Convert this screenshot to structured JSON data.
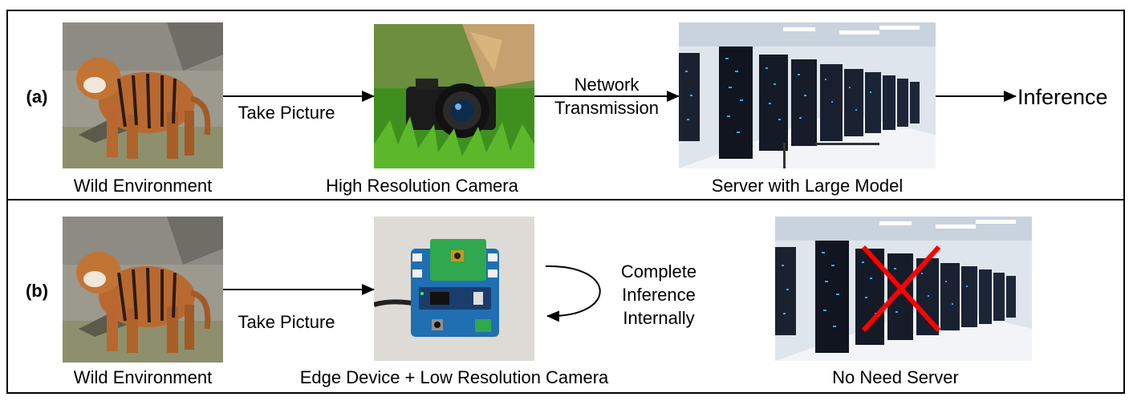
{
  "row_a": {
    "label": "(a)",
    "nodes": {
      "wild": "Wild Environment",
      "camera": "High Resolution Camera",
      "server": "Server with Large Model"
    },
    "edges": {
      "take_picture": "Take Picture",
      "transmission_1": "Network",
      "transmission_2": "Transmission"
    },
    "output": "Inference"
  },
  "row_b": {
    "label": "(b)",
    "nodes": {
      "wild": "Wild Environment",
      "edge": "Edge Device + Low Resolution Camera",
      "server": "No Need Server"
    },
    "edges": {
      "take_picture": "Take Picture",
      "internal_1": "Complete",
      "internal_2": "Inference",
      "internal_3": "Internally"
    }
  },
  "colors": {
    "line": "#000000",
    "cross": "#ff0000",
    "grass": "#3f8f1f",
    "server_blue": "#3aa8ff"
  }
}
